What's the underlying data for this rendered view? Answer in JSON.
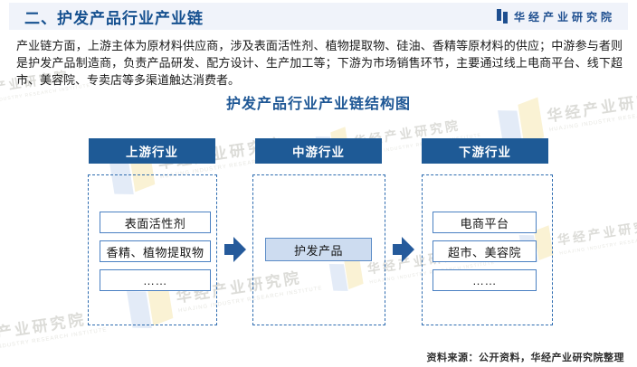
{
  "header": {
    "title": "二、护发产品行业产业链",
    "logo_text": "华经产业研究院"
  },
  "intro": {
    "text": "产业链方面，上游主体为原材料供应商，涉及表面活性剂、植物提取物、硅油、香精等原材料的供应；中游参与者则是护发产品制造商，负责产品研发、配方设计、生产加工等；下游为市场销售环节，主要通过线上电商平台、线下超市、美容院、专卖店等多渠道触达消费者。"
  },
  "diagram": {
    "title": "护发产品行业产业链结构图",
    "columns": [
      {
        "header": "上游行业",
        "items": [
          "表面活性剂",
          "香精、植物提取物",
          "……"
        ]
      },
      {
        "header": "中游行业",
        "items": [
          "护发产品"
        ]
      },
      {
        "header": "下游行业",
        "items": [
          "电商平台",
          "超市、美容院",
          "……"
        ]
      }
    ]
  },
  "source": {
    "text": "资料来源：公开资料，华经产业研究院整理"
  },
  "watermark": {
    "cn": "华经产业研究院",
    "en": "HUAJING INDUSTRY RESEARCH INSTITUTE"
  },
  "colors": {
    "title_blue": "#15508f",
    "header_box_blue": "#1e5a96",
    "dashed_border_blue": "#2e6cb0",
    "item_border_blue": "#4a80c2",
    "mid_box_fill": "#cddcf0",
    "arrow_blue": "#255a9b",
    "titlebar_bg": "#f0f3fa"
  }
}
